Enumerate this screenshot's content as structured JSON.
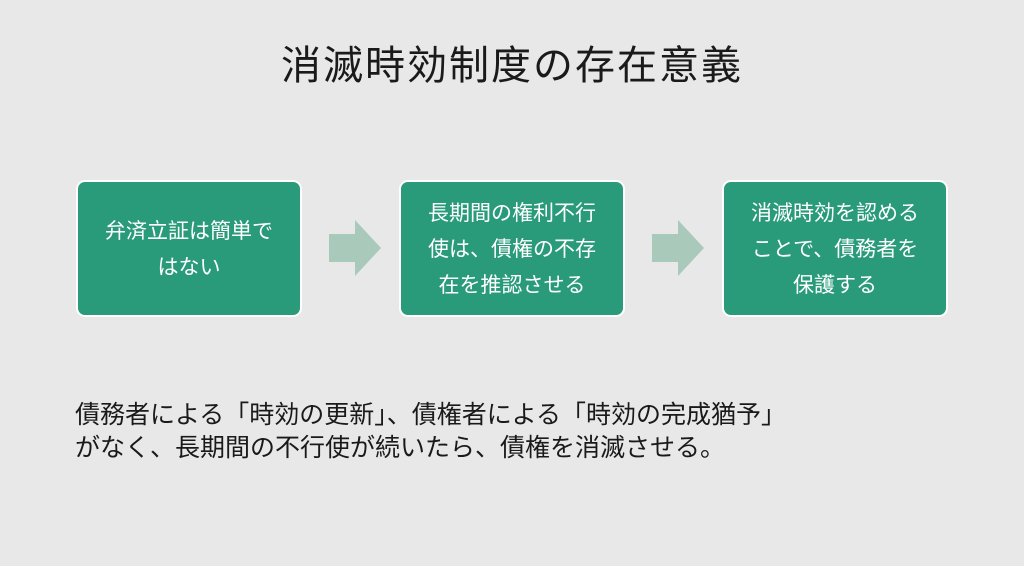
{
  "title": "消滅時効制度の存在意義",
  "flow": {
    "steps": [
      {
        "text": "弁済立証は簡単で\nはない"
      },
      {
        "text": "長期間の権利不行\n使は、債権の不存\n在を推認させる"
      },
      {
        "text": "消滅時効を認める\nことで、債務者を\n保護する"
      }
    ]
  },
  "description": "債務者による「時効の更新」、債権者による「時効の完成猶予」\nがなく、長期間の不行使が続いたら、債権を消滅させる。",
  "colors": {
    "background": "#e8e8e8",
    "box_fill": "#2a9b7a",
    "box_border": "#ffffff",
    "arrow": "#a9c9bb"
  }
}
